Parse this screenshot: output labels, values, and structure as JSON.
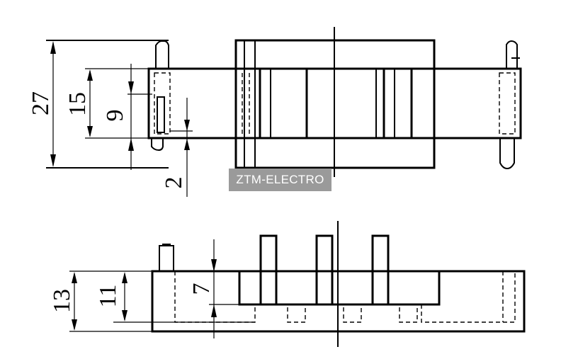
{
  "watermark": "ZTM-ELECTRO",
  "top_view": {
    "dimensions": {
      "overall_height": "27",
      "body_height": "15",
      "inner_height": "9",
      "pin_offset": "2"
    }
  },
  "side_view": {
    "dimensions": {
      "total_height": "13",
      "body_height": "11",
      "pin_height": "7"
    }
  }
}
